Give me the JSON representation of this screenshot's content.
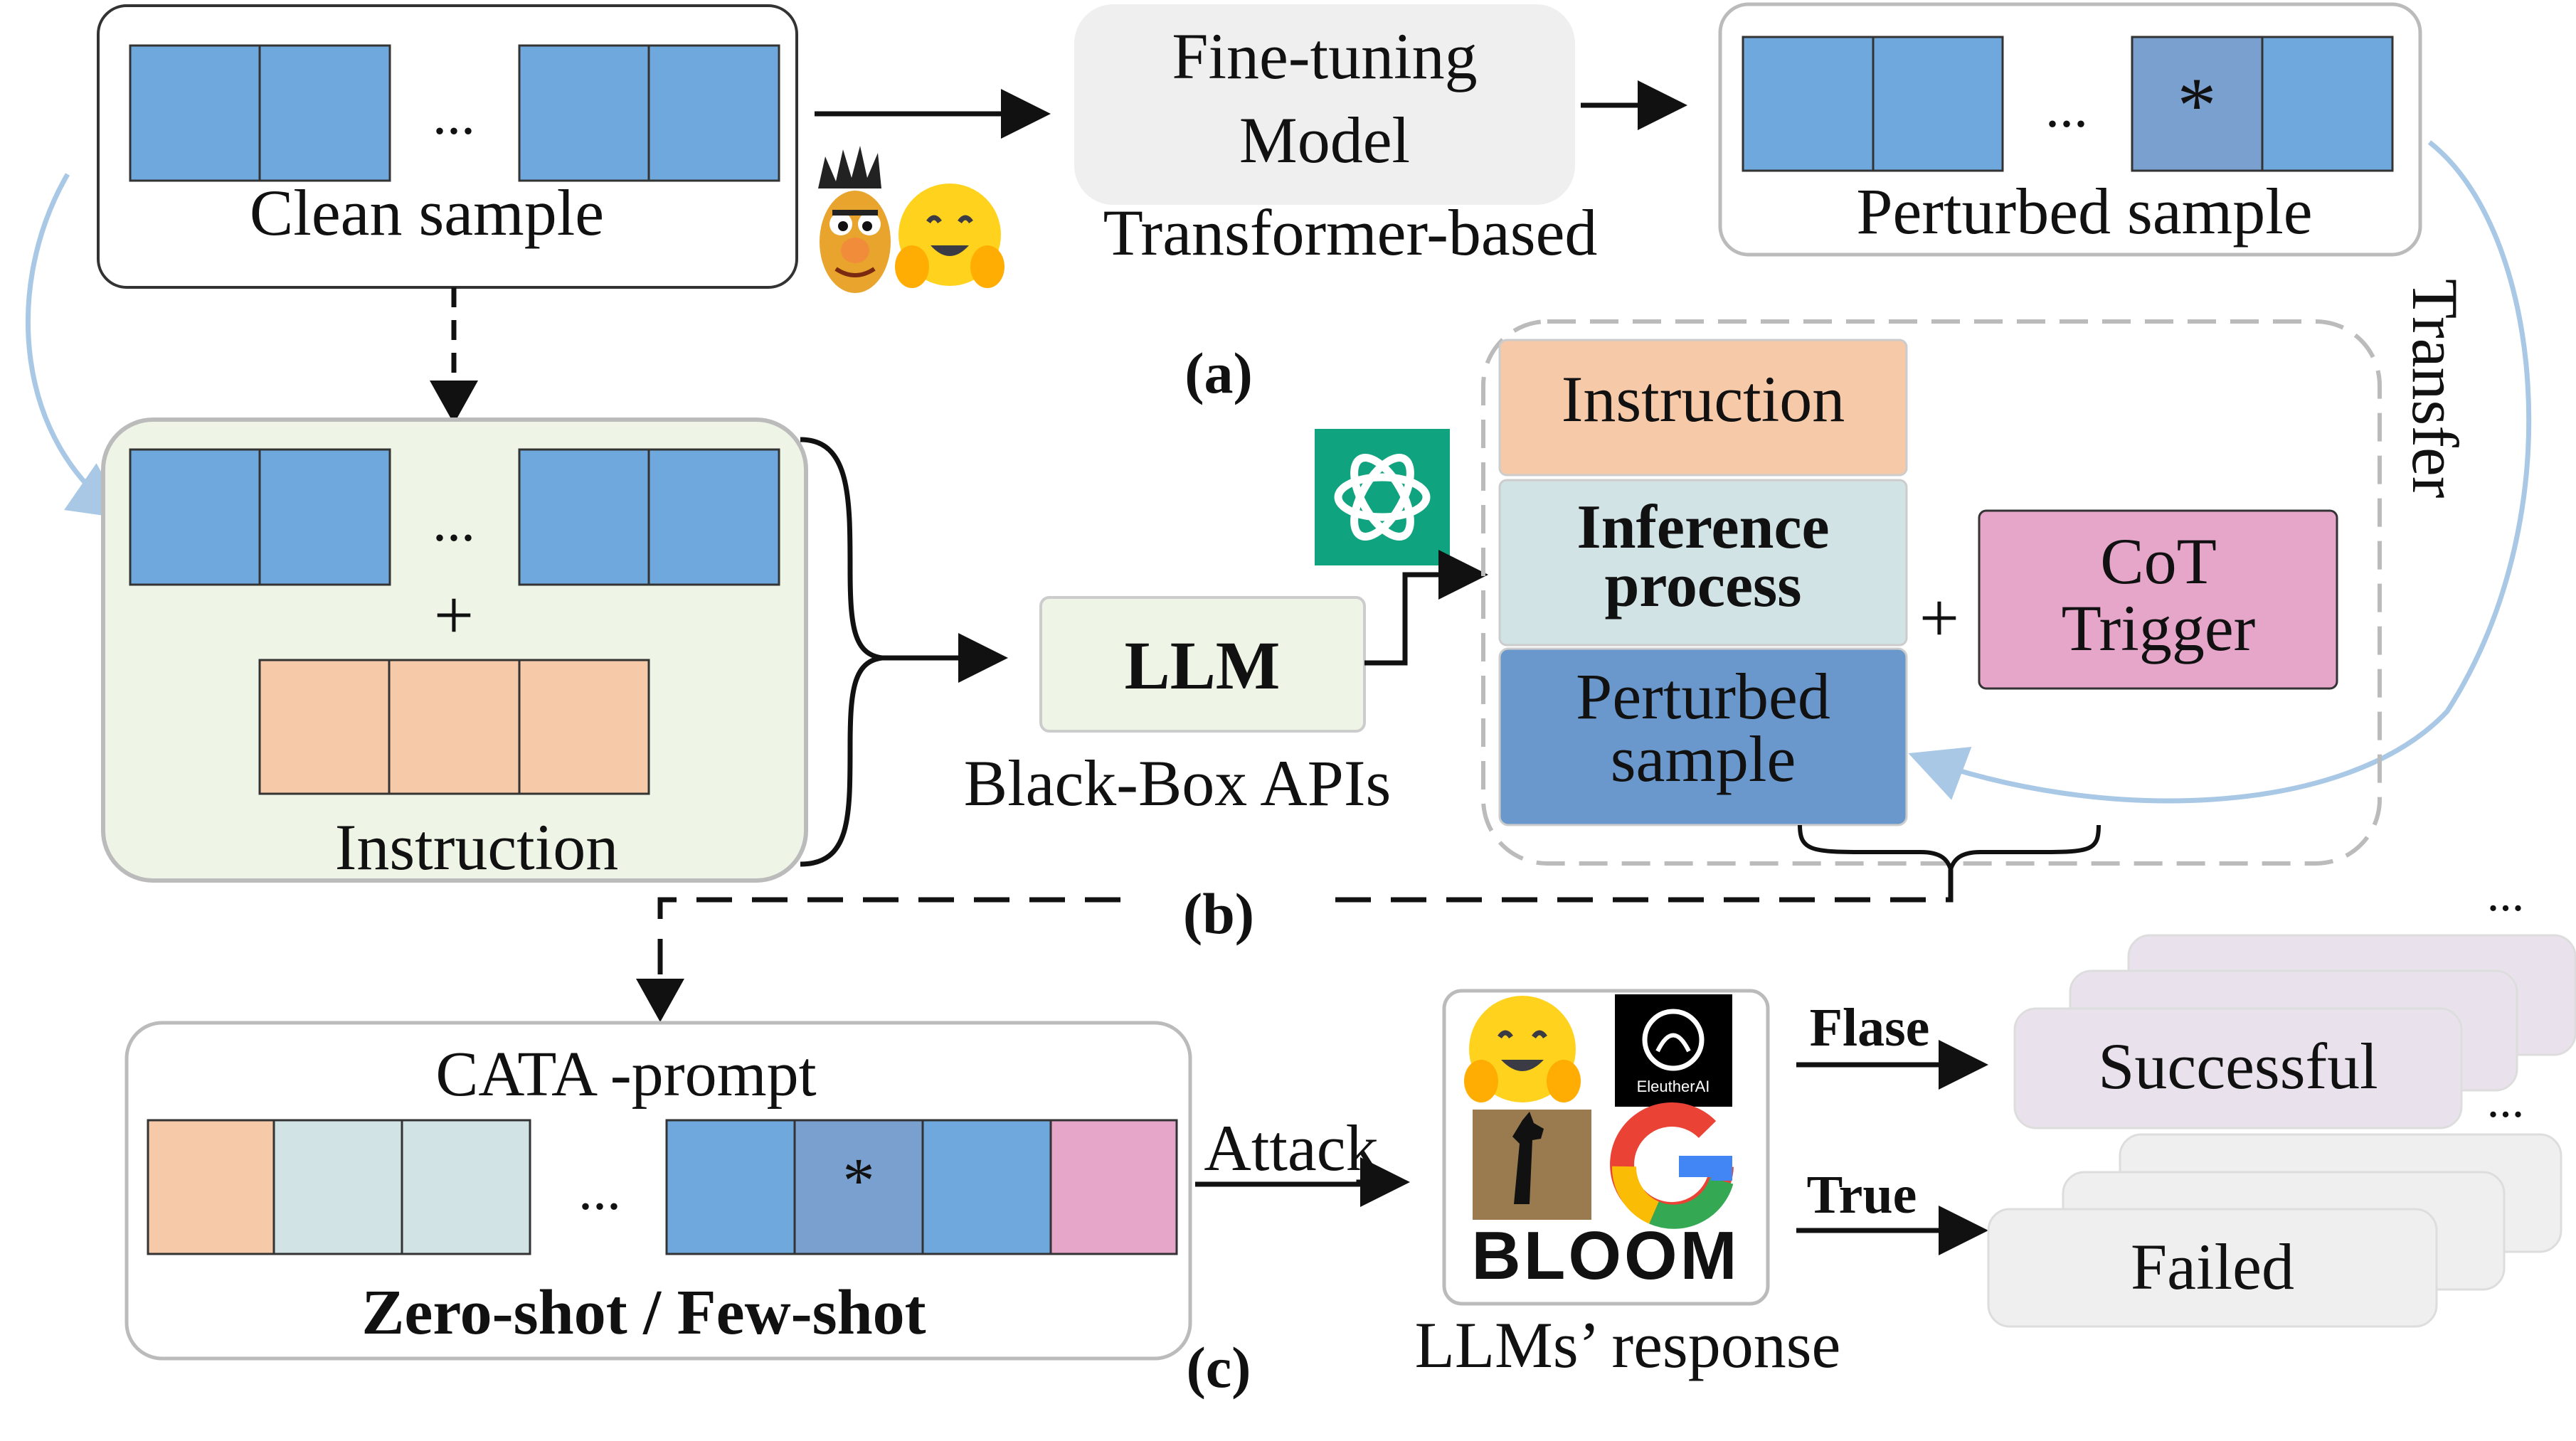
{
  "section_a": {
    "clean_sample_label": "Clean sample",
    "ellipsis": "...",
    "finetune_line1": "Fine-tuning",
    "finetune_line2": "Model",
    "transformer_label": "Transformer-based",
    "perturbed_sample_label": "Perturbed sample",
    "perturb_mark": "*",
    "caption": "(a)",
    "transfer_label": "Transfer"
  },
  "section_b": {
    "plus": "+",
    "instruction_label": "Instruction",
    "llm_label": "LLM",
    "blackbox_label": "Black-Box APIs",
    "prompt_instruction": "Instruction",
    "inference_line1": "Inference",
    "inference_line2": "process",
    "perturbed_line1": "Perturbed",
    "perturbed_line2": "sample",
    "plus2": "+",
    "cot_line1": "CoT",
    "cot_line2": "Trigger",
    "caption": "(b)"
  },
  "section_c": {
    "prompt_title": "CATA -prompt",
    "ellipsis": "...",
    "perturb_mark": "*",
    "shot_label": "Zero-shot / Few-shot",
    "attack_label": "Attack",
    "llms_response_label": "LLMs’   response",
    "bloom_logo_text": "BLOOM",
    "eleuther_logo_text": "EleutherAI",
    "false_label": "Flase",
    "true_label": "True",
    "successful_label": "Successful",
    "failed_label": "Failed",
    "stack_ellipsis": "...",
    "caption": "(c)"
  },
  "colors": {
    "token_blue": "#6fa8dc",
    "token_dark_blue": "#7aa0cf",
    "token_peach": "#f6c9a8",
    "token_light_teal": "#d2e3e6",
    "token_pink": "#e6a6c9",
    "panel_green": "#eef4e6",
    "panel_gray": "#efefef",
    "result_purple": "#e9e2ec",
    "arrow_blue": "#a9c8e6",
    "chatgpt_green": "#10a37f"
  }
}
